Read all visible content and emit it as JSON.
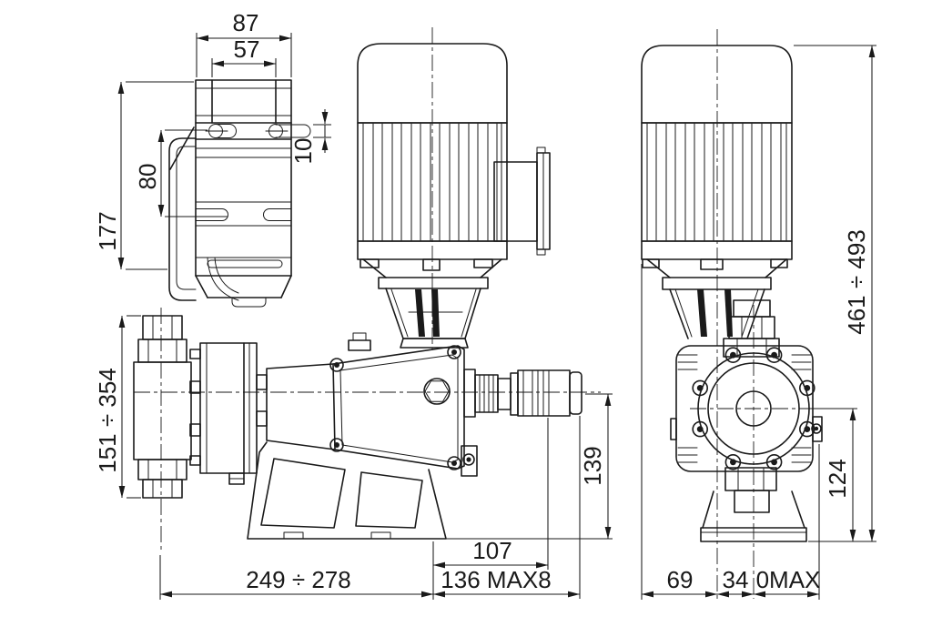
{
  "drawing": {
    "background": "#ffffff",
    "line_color": "#1a1a1a",
    "dimensions": {
      "top_view": {
        "outer_width": "87",
        "inner_width": "57",
        "slot_height": "10",
        "total_depth": "177",
        "hole_spacing": "80"
      },
      "side_view": {
        "head_span": "151 ÷ 354",
        "overall_length": "249 ÷ 278",
        "injector_projection": "107",
        "max_projection": "136 MAX8",
        "axis_height": "139"
      },
      "front_view": {
        "overall_height": "461 ÷ 493",
        "head_axis_height": "124",
        "motor_to_axis": "69",
        "axis_to_head": "34",
        "max_side": "0MAX"
      }
    }
  }
}
